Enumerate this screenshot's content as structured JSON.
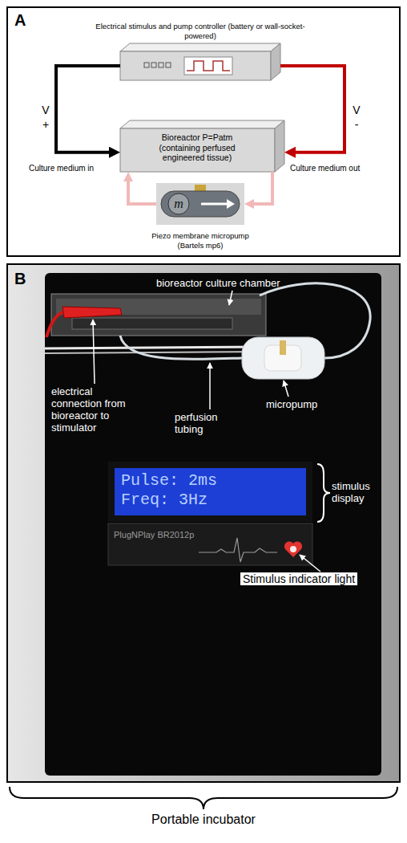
{
  "diagram": {
    "nodes": [
      {
        "text": [
          "A"
        ]
      },
      {
        "text": [
          "Electrical stimulus and pump controller (battery or wall-socket-powered)"
        ],
        "in": 0
      },
      {
        "text": [
          "Bioreactor P=Patm (containing perfused engineered tissue)"
        ],
        "in": 0
      },
      {
        "text": [
          "Piezo membrane micropump (Bartels mp6)"
        ],
        "in": 0
      },
      {
        "text": [
          "B"
        ]
      },
      {
        "text": [
          "Pulse: 2ms",
          "Freq: 3Hz"
        ],
        "in": 4
      }
    ],
    "edges": [
      {
        "from": 1,
        "to": 2,
        "arrow": "to",
        "label": "V +"
      },
      {
        "from": 1,
        "to": 2,
        "arrow": "to",
        "label": "V -"
      },
      {
        "from": 3,
        "to": 2,
        "arrow": "to",
        "label": "Culture medium in"
      },
      {
        "from": 2,
        "to": 3,
        "arrow": "to",
        "label": "Culture medium out"
      }
    ],
    "labels": [
      "m",
      "bioreactor culture chamber",
      "electrical connection from bioreactor to stimulator",
      "perfusion tubing",
      "micropump",
      "stimulus display",
      "PlugNPlay BR2012p",
      "Stimulus indicator light",
      "Portable incubator"
    ]
  }
}
